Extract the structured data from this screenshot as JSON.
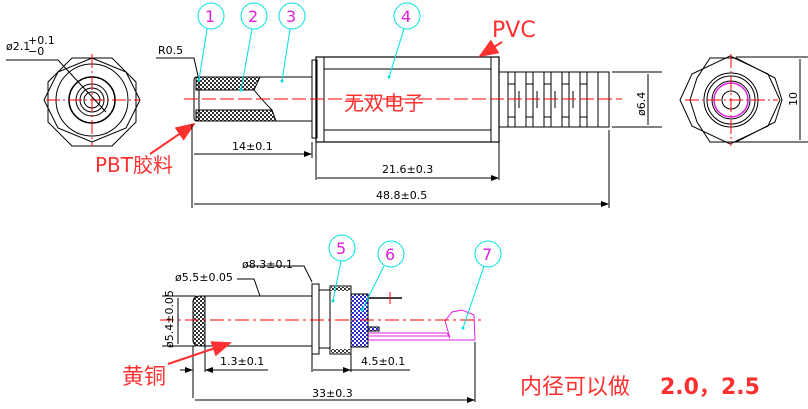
{
  "title": "DC Power Jack Plug Technical Drawing",
  "colors": {
    "outline": "#000000",
    "centerline": "#ff0000",
    "leader": "#00e0e0",
    "balloon_text": "#e020e0",
    "annotation": "#ff3030",
    "contact": "#e020e0",
    "insulator_fill": "#3030c0"
  },
  "top_view": {
    "front_dims": {
      "bore_diameter": "ø2.1",
      "tol_upper": "+0.1",
      "tol_lower": "−0"
    },
    "radius_label": "R0.5",
    "balloons": [
      "1",
      "2",
      "3",
      "4"
    ],
    "material_label_tip": "PBT胶料",
    "material_label_sleeve": "PVC",
    "watermark": "无双电子",
    "dims": {
      "tip_length": "14±0.1",
      "handle_length": "21.6±0.3",
      "overall_length": "48.8±0.5",
      "cable_diameter": "ø6.4",
      "hex_size": "10"
    }
  },
  "bottom_view": {
    "balloons": [
      "5",
      "6",
      "7"
    ],
    "dims": {
      "collar_diameter": "ø8.3±0.1",
      "barrel_outer": "ø5.5±0.05",
      "barrel_vertical": "ø5.4±0.05",
      "tip_offset": "1.3±0.1",
      "insulator_width": "4.5±0.1",
      "overall_length": "33±0.3"
    },
    "material_label": "黄铜"
  },
  "note": {
    "prefix": "内径可以做",
    "values": "2.0，2.5"
  }
}
